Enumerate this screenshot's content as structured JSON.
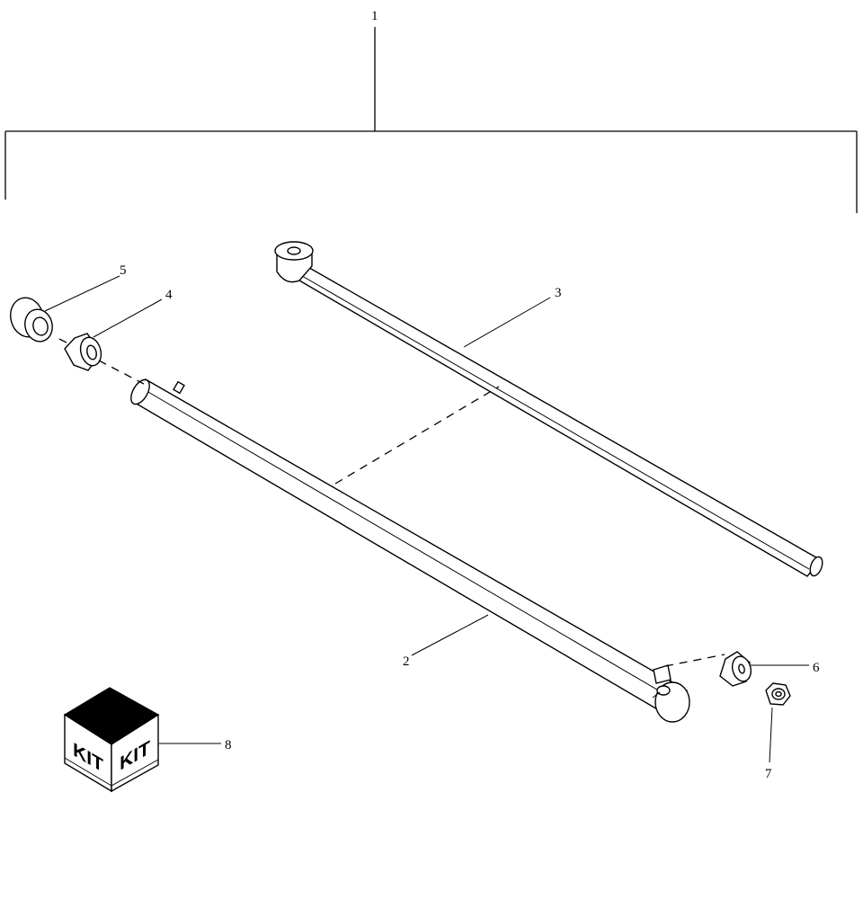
{
  "callouts": {
    "c1": "1",
    "c2": "2",
    "c3": "3",
    "c4": "4",
    "c5": "5",
    "c6": "6",
    "c7": "7",
    "c8": "8"
  },
  "kit": {
    "face_left": "KIT",
    "face_right": "KIT"
  }
}
